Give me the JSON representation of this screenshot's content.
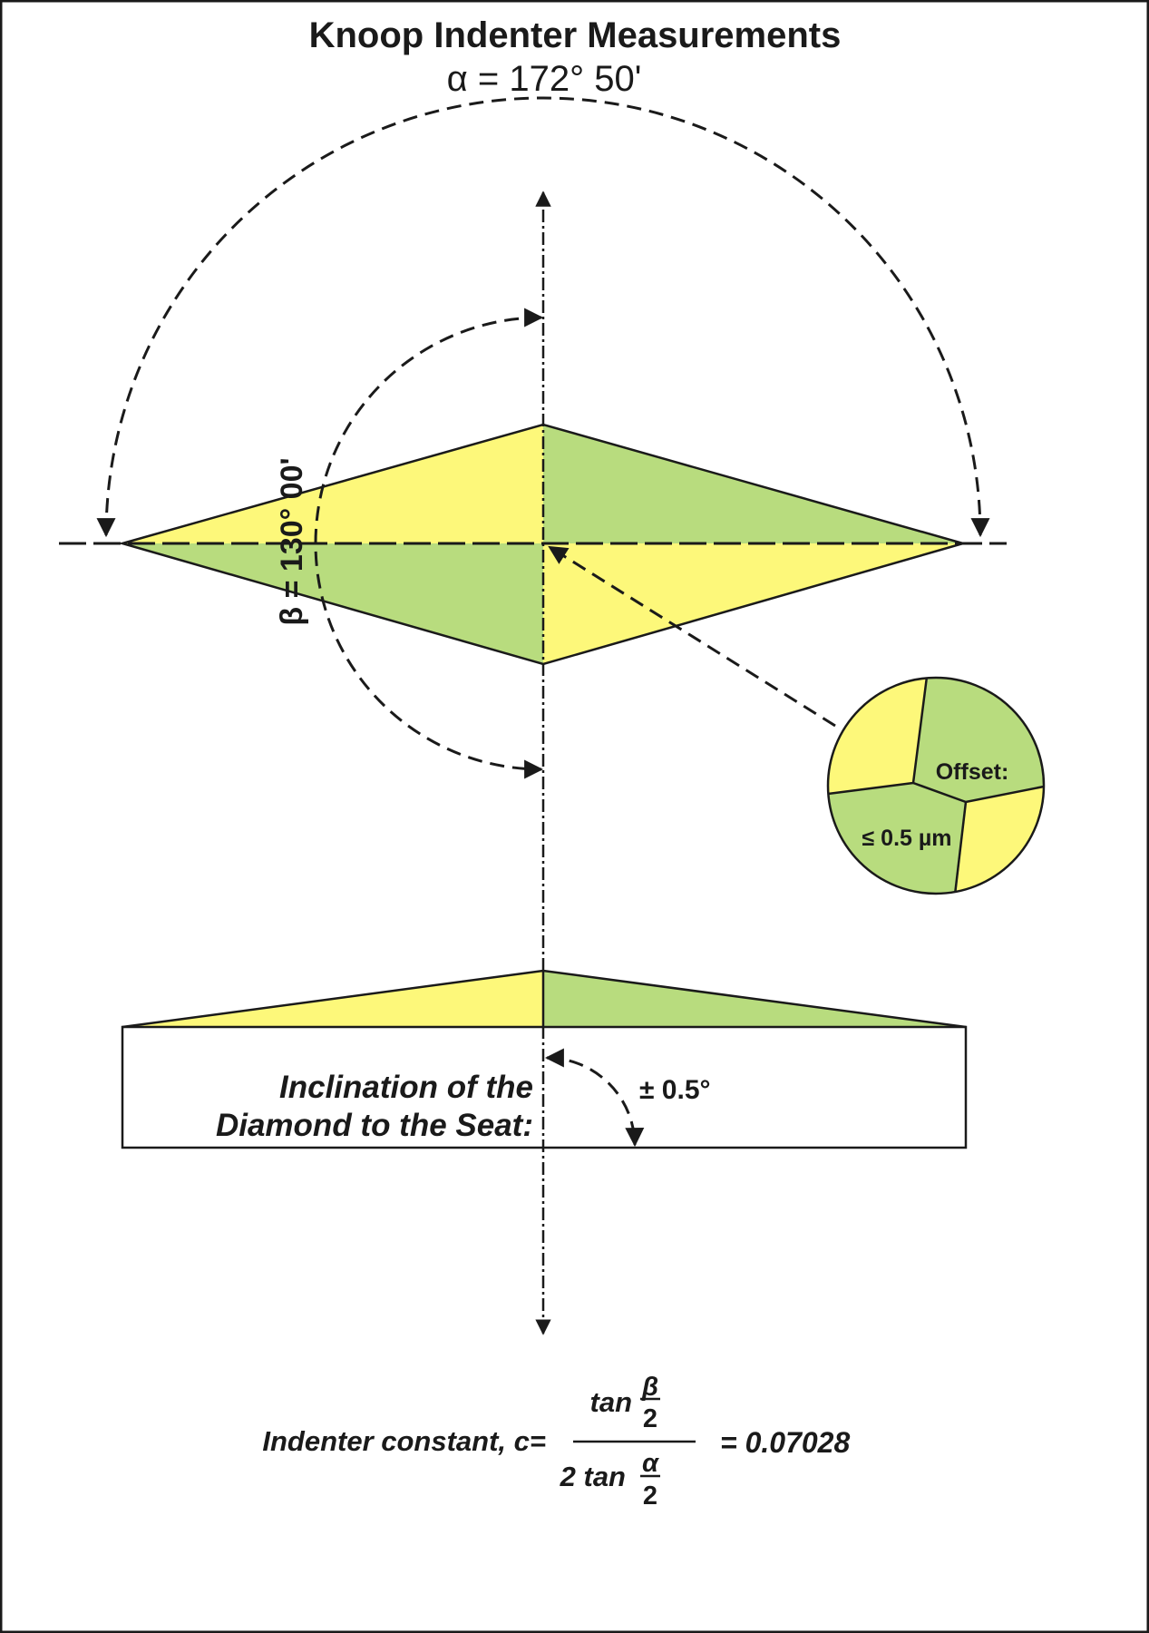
{
  "title": "Knoop Indenter Measurements",
  "alpha_label": "α = 172° 50'",
  "beta_label": "β = 130° 00'",
  "offset": {
    "line1": "Offset:",
    "line2": "≤ 0.5 µm"
  },
  "inclination": {
    "line1": "Inclination of the",
    "line2": "Diamond to the Seat:",
    "tolerance": "± 0.5°"
  },
  "formula": {
    "lhs": "Indenter constant, c=",
    "num_tan": "tan",
    "num_sym": "β",
    "num_den": "2",
    "den_prefix": "2 tan",
    "den_sym": "α",
    "den_den": "2",
    "result": "= 0.07028"
  },
  "colors": {
    "yellow": "#fdf87a",
    "green": "#b8dc7e",
    "line": "#1a1a1a"
  }
}
